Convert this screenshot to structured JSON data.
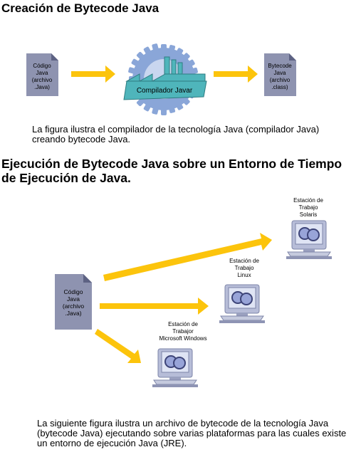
{
  "section1": {
    "title": "Creación de Bytecode Java",
    "source_doc": {
      "line1": "Código",
      "line2": "Java",
      "line3": "(archivo",
      "line4": ".Java)"
    },
    "compiler_label": "Compilador Javar",
    "bytecode_doc": {
      "line1": "Bytecode",
      "line2": "Java",
      "line3": "(archivo",
      "line4": ".class)"
    },
    "caption": "La figura ilustra el compilador de la tecnología Java (compilador Java) creando bytecode Java."
  },
  "section2": {
    "title": "Ejecución de Bytecode Java sobre un Entorno de Tiempo de Ejecución de Java.",
    "source_doc": {
      "line1": "Código",
      "line2": "Java",
      "line3": "(archivo",
      "line4": ".Java)"
    },
    "stations": {
      "solaris": {
        "line1": "Estación de",
        "line2": "Trabajo",
        "line3": "Solaris"
      },
      "linux": {
        "line1": "Estación de",
        "line2": "Trabajo",
        "line3": "Linux"
      },
      "windows": {
        "line1": "Estación de",
        "line2": "Trabajor",
        "line3": "Microsoft Windows"
      }
    },
    "caption": "La siguiente figura ilustra un archivo de bytecode de la tecnología Java (bytecode Java) ejecutando sobre varias plataformas para las cuales existe un entorno de ejecución Java (JRE)."
  },
  "colors": {
    "doc_fill": "#8e93b0",
    "doc_fold": "#5d6283",
    "arrow": "#fcc40c",
    "gear": "#8aa6d8",
    "factory": "#4fb5bb",
    "monitor": "#b7bdd8",
    "screen": "#dfe4f4"
  }
}
